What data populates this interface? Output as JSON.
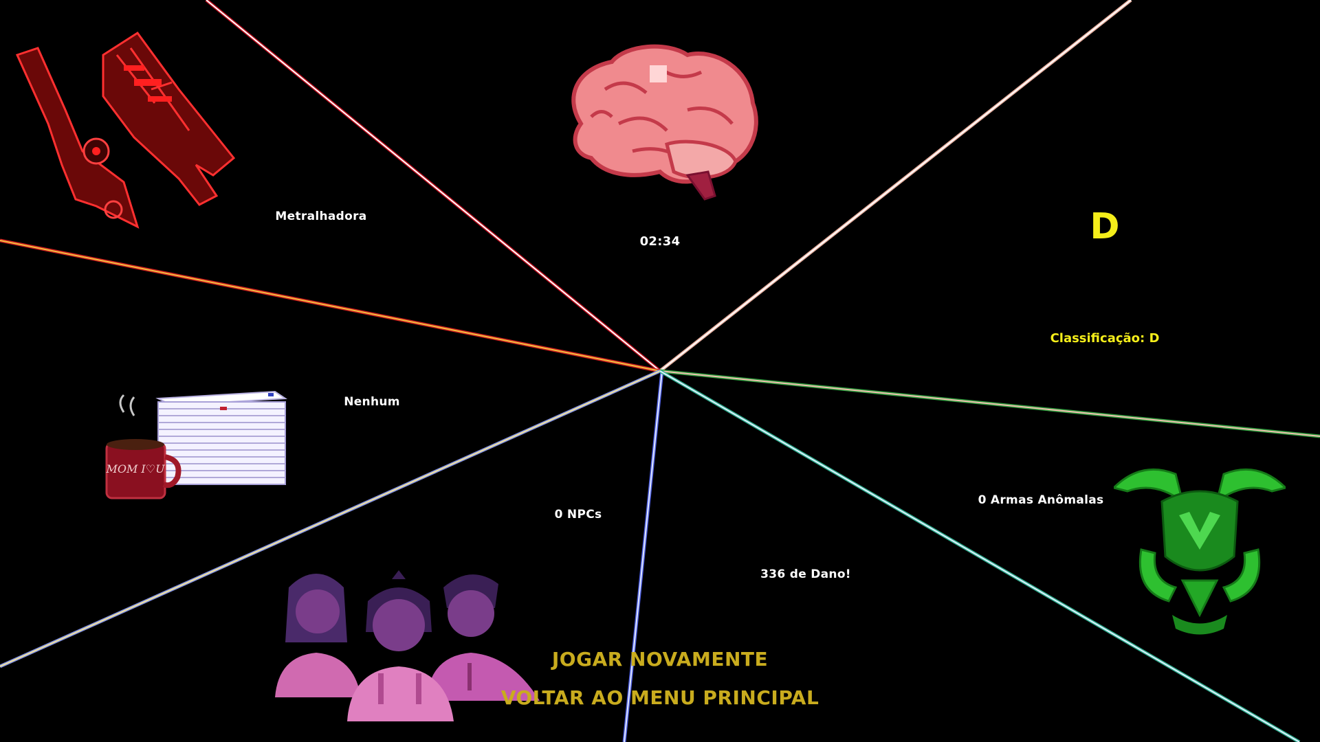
{
  "results": {
    "weapon": "Metralhadora",
    "time": "02:34",
    "grade_letter": "D",
    "grade_text": "Classificação: D",
    "item": "Nenhum",
    "npcs": "0 NPCs",
    "anomalous_weapons": "0 Armas Anômalas",
    "damage": "336 de Dano!"
  },
  "menu": {
    "play_again": "JOGAR NOVAMENTE",
    "main_menu": "VOLTAR AO MENU PRINCIPAL"
  },
  "mug_text": "MOM I♡U",
  "icons": [
    "weapon-icon",
    "brain-icon",
    "papers-coffee-icon",
    "npc-group-icon",
    "anomaly-emblem-icon"
  ],
  "colors": {
    "background": "#000000",
    "grade": "#f5ee1a",
    "menu": "#c9ac1e",
    "label": "#ffffff"
  }
}
